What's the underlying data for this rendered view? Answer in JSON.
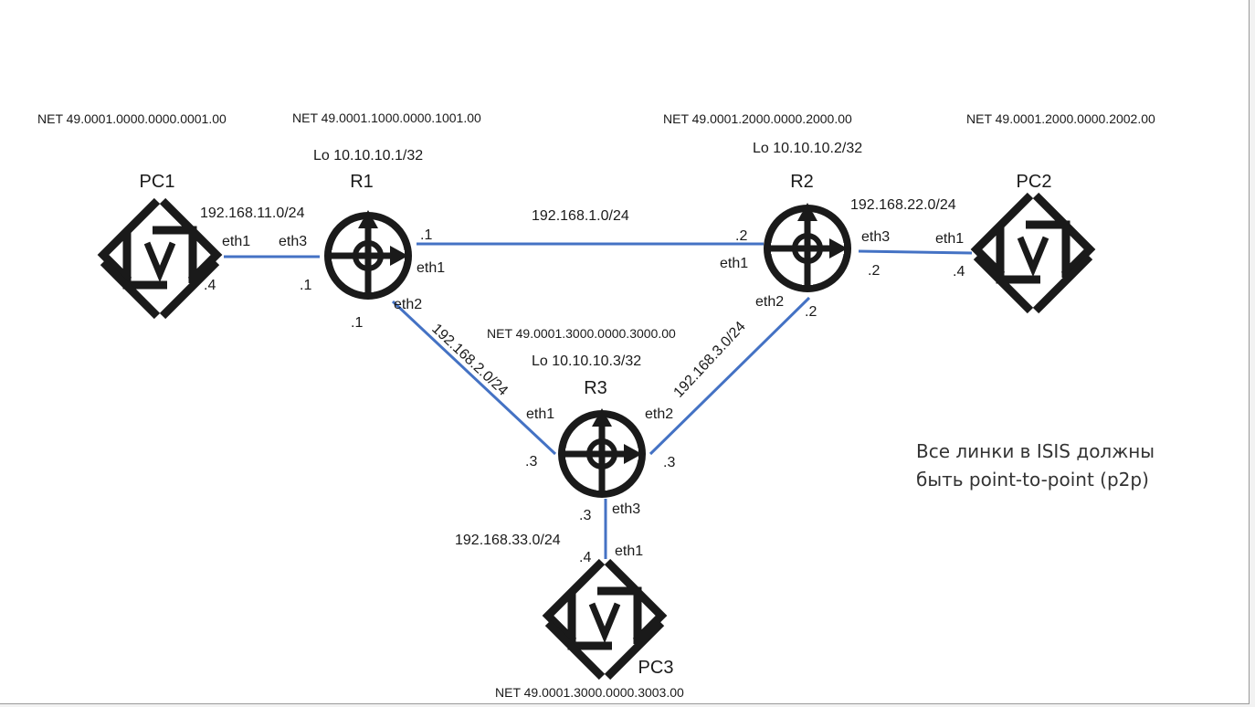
{
  "colors": {
    "link": "#4472c4",
    "device": "#1a1a1a",
    "text": "#1a1a1a"
  },
  "nets": {
    "pc1": "NET 49.0001.0000.0000.0001.00",
    "r1": "NET 49.0001.1000.0000.1001.00",
    "r2": "NET 49.0001.2000.0000.2000.00",
    "pc2": "NET 49.0001.2000.0000.2002.00",
    "r3": "NET 49.0001.3000.0000.3000.00",
    "pc3": "NET 49.0001.3000.0000.3003.00"
  },
  "loopbacks": {
    "r1": "Lo 10.10.10.1/32",
    "r2": "Lo 10.10.10.2/32",
    "r3": "Lo 10.10.10.3/32"
  },
  "devices": {
    "pc1": "PC1",
    "r1": "R1",
    "r2": "R2",
    "pc2": "PC2",
    "r3": "R3",
    "pc3": "PC3"
  },
  "subnets": {
    "pc1_r1": "192.168.11.0/24",
    "r1_r2": "192.168.1.0/24",
    "r2_pc2": "192.168.22.0/24",
    "r1_r3": "192.168.2.0/24",
    "r2_r3": "192.168.3.0/24",
    "r3_pc3": "192.168.33.0/24"
  },
  "ports": {
    "pc1_eth1": "eth1",
    "pc1_host": ".4",
    "r1_eth3": "eth3",
    "r1_eth3_host": ".1",
    "r1_eth1": "eth1",
    "r1_eth1_host": ".1",
    "r1_eth2": "eth2",
    "r1_eth2_host": ".1",
    "r2_eth1": "eth1",
    "r2_eth1_host": ".2",
    "r2_eth3": "eth3",
    "r2_eth3_host": ".2",
    "r2_eth2": "eth2",
    "r2_eth2_host": ".2",
    "pc2_eth1": "eth1",
    "pc2_host": ".4",
    "r3_eth1": "eth1",
    "r3_eth1_host": ".3",
    "r3_eth2": "eth2",
    "r3_eth2_host": ".3",
    "r3_eth3": "eth3",
    "r3_eth3_host": ".3",
    "pc3_eth1": "eth1",
    "pc3_host": ".4"
  },
  "note": {
    "line1": "Все линки в ISIS должны",
    "line2": "быть point-to-point (p2p)"
  }
}
